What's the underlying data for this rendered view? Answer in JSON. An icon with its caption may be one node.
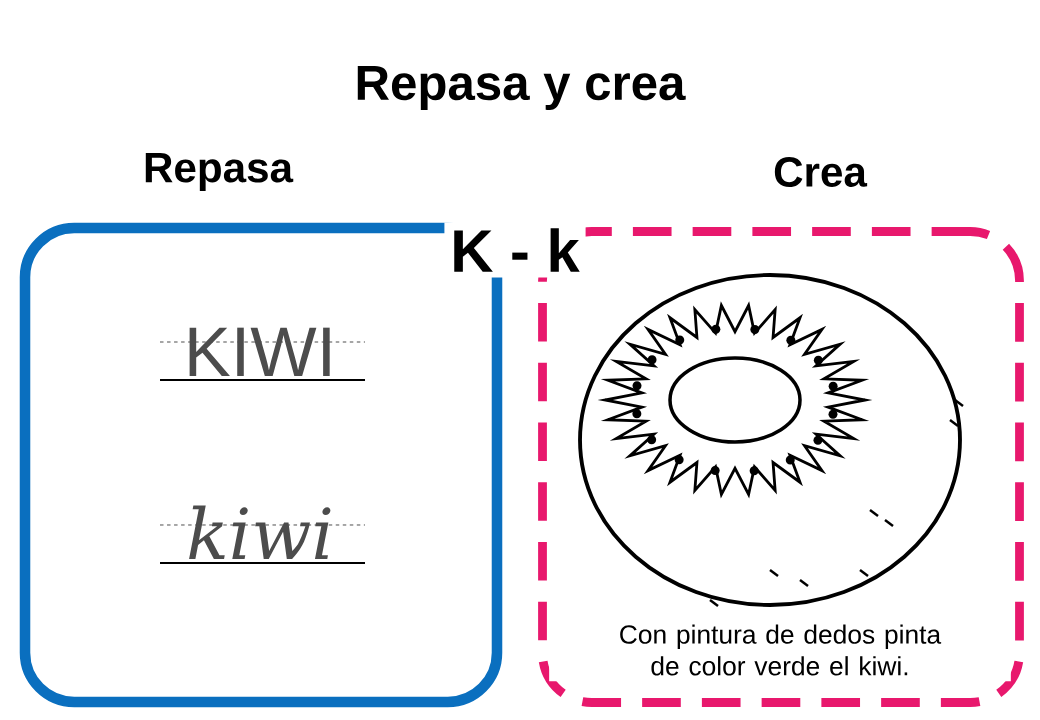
{
  "diagram": {
    "title": "Repasa y crea",
    "nodes": [
      {
        "text": [
          "Repasa",
          "KIWI",
          "kiwi"
        ]
      },
      {
        "text": [
          "Crea",
          "Con pintura de dedos pinta de color verde el kiwi."
        ]
      }
    ],
    "edges": [],
    "labels": [
      "K - k"
    ]
  }
}
